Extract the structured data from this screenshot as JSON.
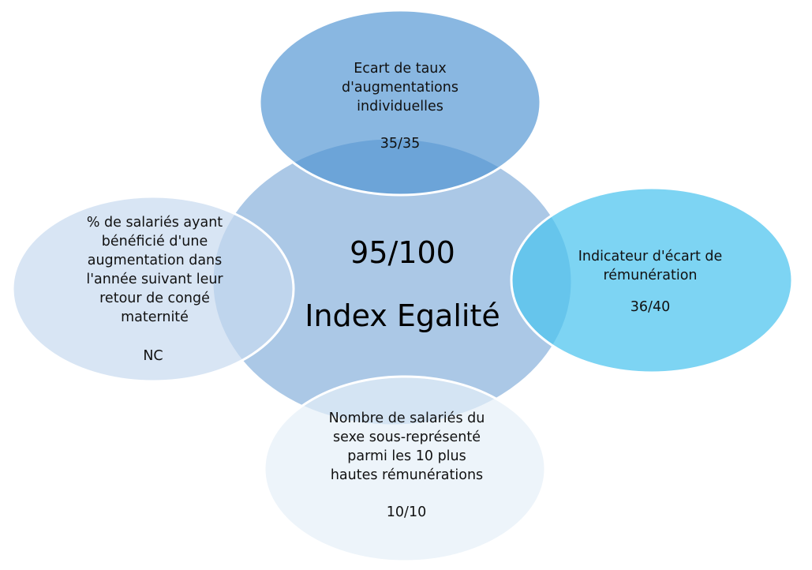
{
  "center": {
    "score": "95/100",
    "title": "Index Egalité",
    "color": "#abc8e6"
  },
  "nodes": {
    "top": {
      "label": "Ecart de taux\nd'augmentations\nindividuelles",
      "score": "35/35",
      "color": "#6fa7d9"
    },
    "right": {
      "label": "Indicateur d'écart de\nrémunération",
      "score": "36/40",
      "color": "#71cff2"
    },
    "bottom": {
      "label": "Nombre de salariés du\nsexe sous-représenté\nparmi les 10 plus\nhautes rémunérations",
      "score": "10/10",
      "color": "#e6eff8"
    },
    "left": {
      "label": "% de salariés ayant\nbénéficié d'une\naugmentation dans\nl'année suivant leur\nretour de congé\nmaternité",
      "score": "NC",
      "color": "#c7daef"
    }
  },
  "outline_color": "#ffffff"
}
